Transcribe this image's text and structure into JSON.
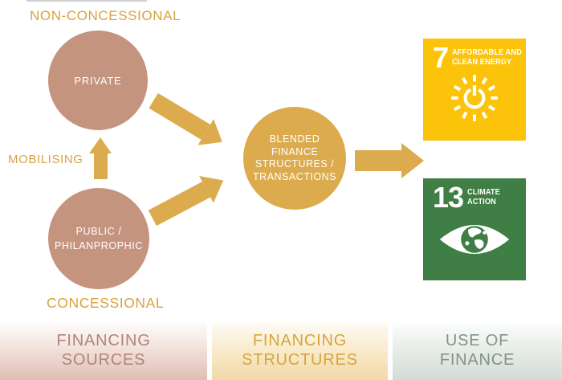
{
  "diagram": {
    "sources": {
      "top_label": "NON-CONCESSIONAL",
      "private_circle_label": "PRIVATE",
      "mobilising_label": "MOBILISING",
      "public_circle_line1": "PUBLIC /",
      "public_circle_line2": "PHILANPROPHIC",
      "bottom_label": "CONCESSIONAL"
    },
    "structures": {
      "circle_line1": "BLENDED",
      "circle_line2": "FINANCE",
      "circle_line3": "STRUCTURES /",
      "circle_line4": "TRANSACTIONS"
    },
    "use_of_finance": {
      "sdg7": {
        "number": "7",
        "title_line1": "AFFORDABLE AND",
        "title_line2": "CLEAN ENERGY",
        "color": "#fcc30b",
        "icon": "sun-power-icon"
      },
      "sdg13": {
        "number": "13",
        "title_line1": "CLIMATE",
        "title_line2": "ACTION",
        "color": "#3f7e44",
        "icon": "eye-globe-icon"
      }
    }
  },
  "footer": {
    "columns": [
      {
        "id": "financing-sources",
        "line1": "FINANCING",
        "line2": "SOURCES",
        "text_color": "#b2847a",
        "gradient_bottom": "#dfbeb4"
      },
      {
        "id": "financing-structures",
        "line1": "FINANCING",
        "line2": "STRUCTURES",
        "text_color": "#d9a43c",
        "gradient_bottom": "#f2d8a5"
      },
      {
        "id": "use-of-finance",
        "line1": "USE OF",
        "line2": "FINANCE",
        "text_color": "#7f948c",
        "gradient_bottom": "#d4dbd5"
      }
    ]
  },
  "colors": {
    "source_circle_rose": "#c5947f",
    "gold_accent": "#dcab4e",
    "gold_label_text": "#d9a33f",
    "sdg7_yellow": "#fcc30b",
    "sdg13_green": "#3f7e44",
    "circle_text": "#ffffff"
  }
}
